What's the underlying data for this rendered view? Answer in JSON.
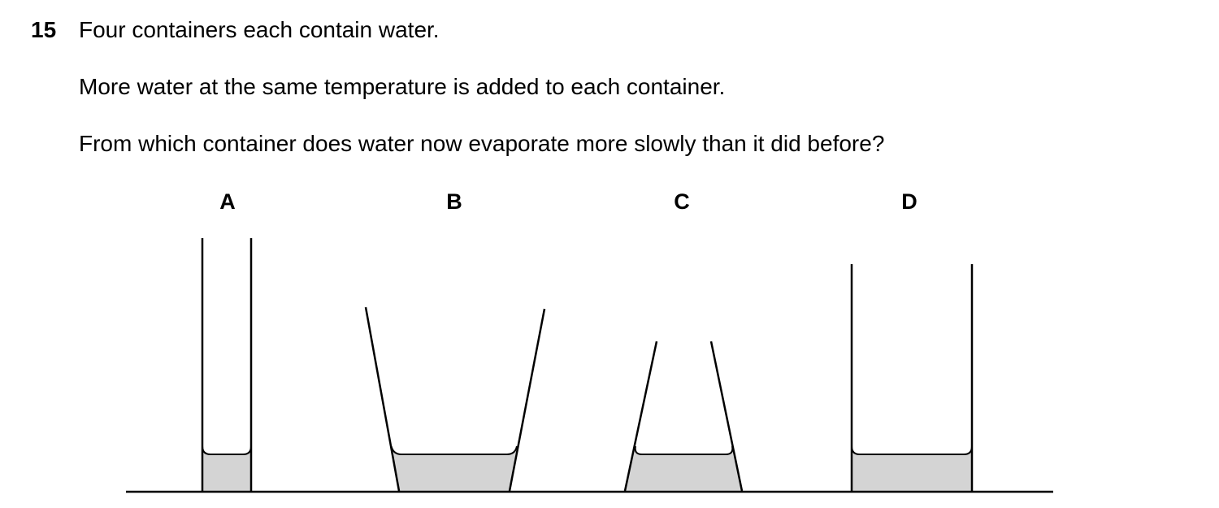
{
  "question": {
    "number": "15",
    "lines": [
      "Four containers each contain water.",
      "More water at the same temperature is added to each container.",
      "From which container does water now evaporate more slowly than it did before?"
    ]
  },
  "containers": [
    {
      "label": "A"
    },
    {
      "label": "B"
    },
    {
      "label": "C"
    },
    {
      "label": "D"
    }
  ],
  "colors": {
    "water": "#d4d4d4",
    "outline": "#000000"
  }
}
